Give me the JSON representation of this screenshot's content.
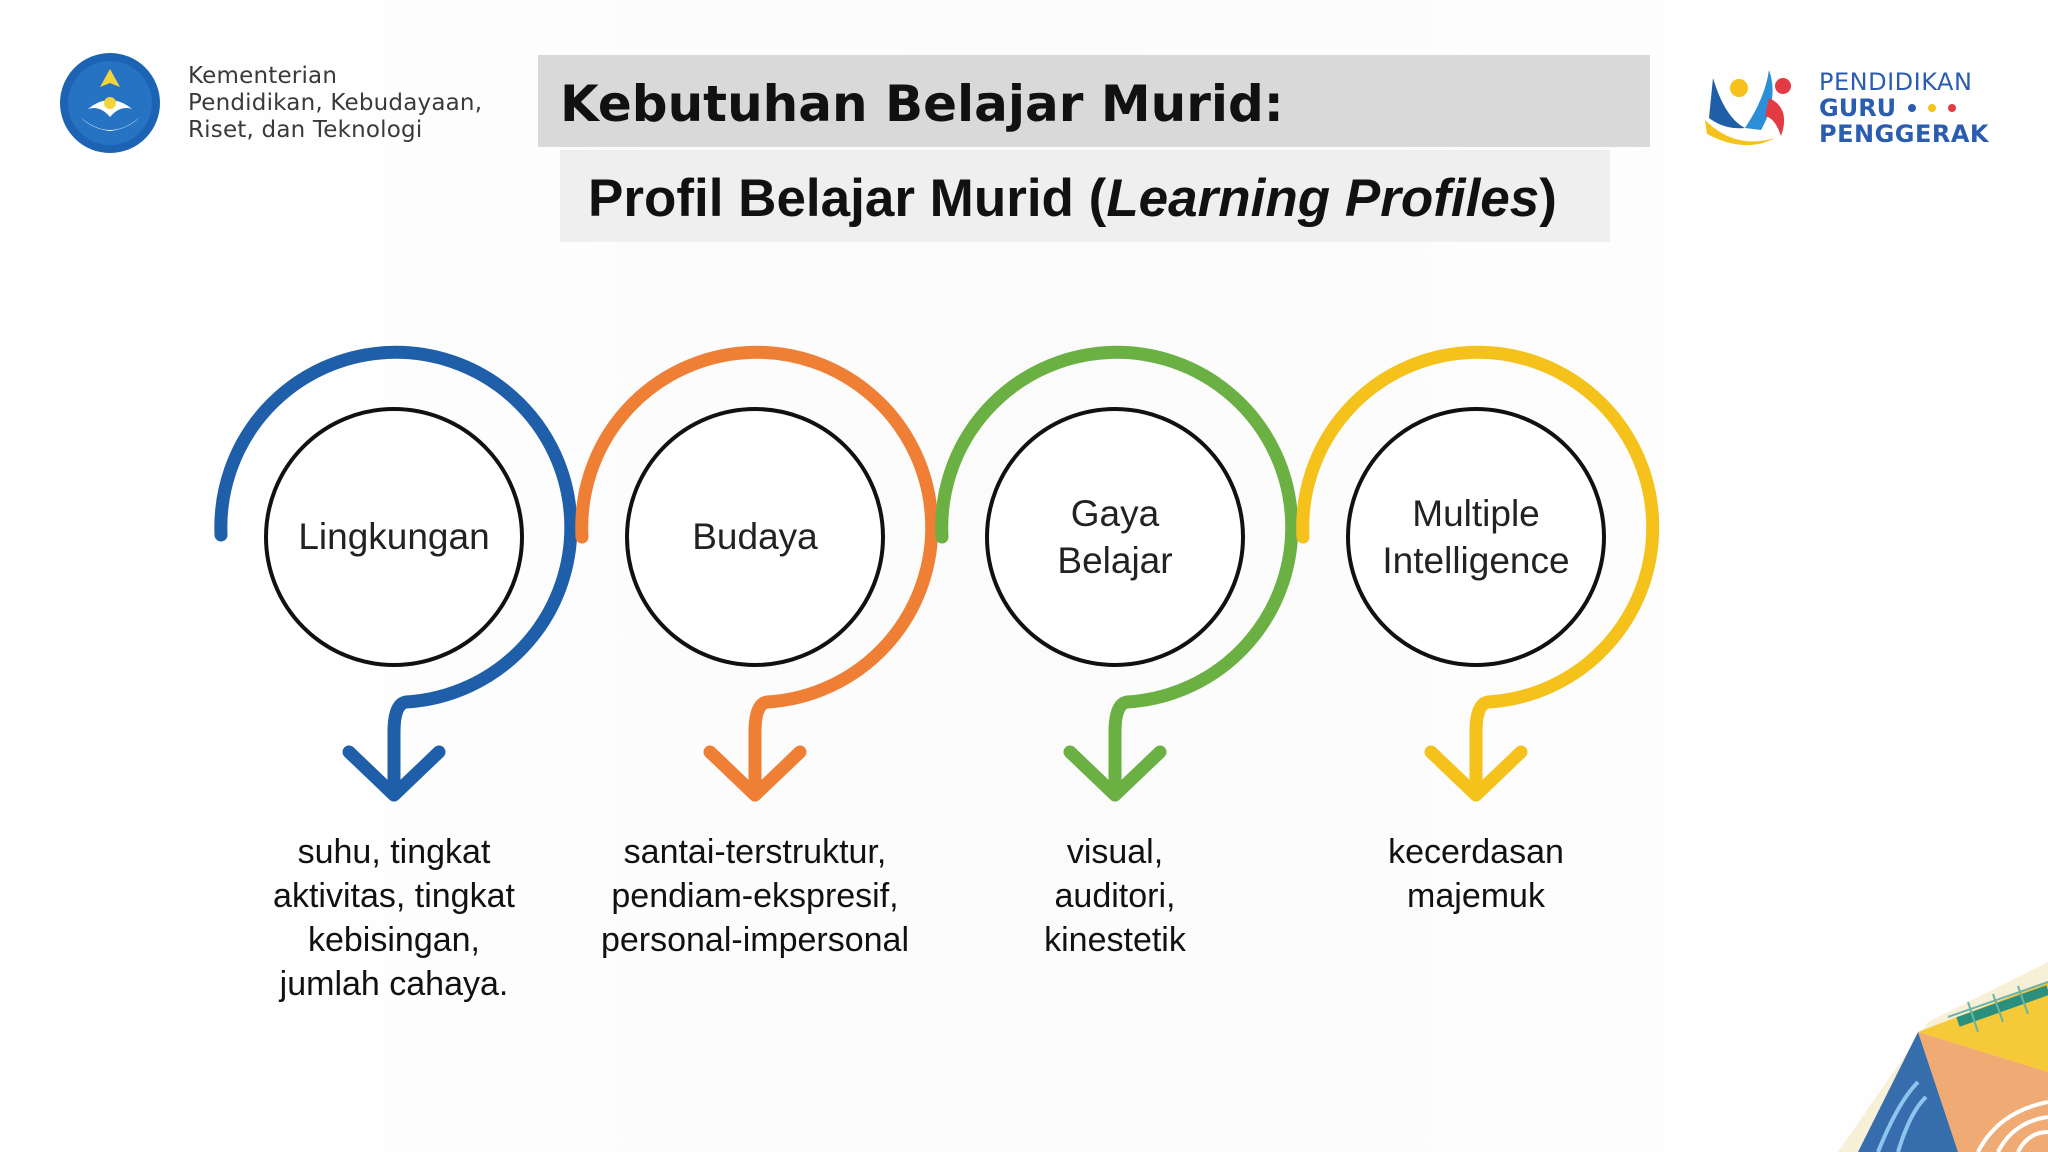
{
  "header": {
    "ministry_lines": [
      "Kementerian",
      "Pendidikan, Kebudayaan,",
      "Riset, dan Teknologi"
    ],
    "title_line1": "Kebutuhan Belajar Murid:",
    "title_line2_prefix": "Profil Belajar Murid (",
    "title_line2_italic": "Learning Profiles",
    "title_line2_suffix": ")",
    "logo_right": {
      "line1": "PENDIDIKAN",
      "line2": "GURU",
      "line3": "PENGGERAK"
    }
  },
  "profiles": [
    {
      "label_lines": [
        "Lingkungan"
      ],
      "description_lines": [
        "suhu, tingkat",
        "aktivitas, tingkat",
        "kebisingan,",
        "jumlah cahaya."
      ],
      "color": "#1f5ea8"
    },
    {
      "label_lines": [
        "Budaya"
      ],
      "description_lines": [
        "santai-terstruktur,",
        "pendiam-ekspresif,",
        "personal-impersonal"
      ],
      "color": "#ee7f34"
    },
    {
      "label_lines": [
        "Gaya",
        "Belajar"
      ],
      "description_lines": [
        "visual,",
        "auditori,",
        "kinestetik"
      ],
      "color": "#6ab043"
    },
    {
      "label_lines": [
        "Multiple",
        "Intelligence"
      ],
      "description_lines": [
        "kecerdasan",
        "majemuk"
      ],
      "color": "#f4c21b"
    }
  ],
  "icons": {
    "ministry_logo": "tut-wuri-handayani-logo",
    "right_logo": "guru-penggerak-logo"
  }
}
